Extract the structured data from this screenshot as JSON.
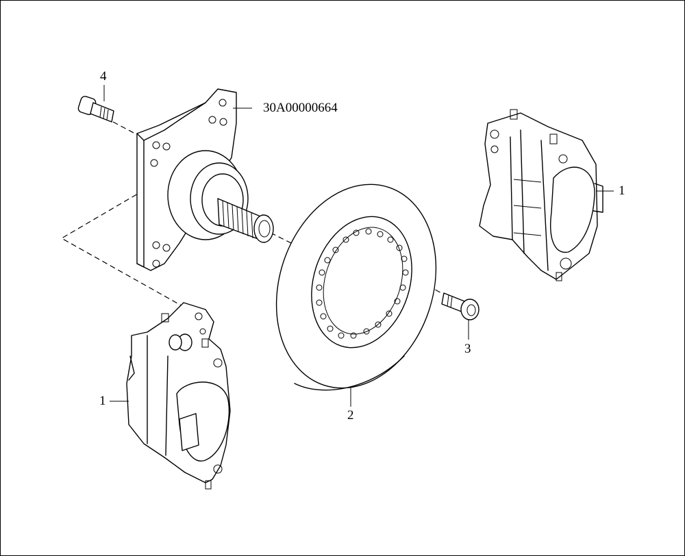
{
  "diagram": {
    "labels": {
      "hub_part_number": "30A00000664",
      "caliper_top_right": "1",
      "caliper_bottom_left": "1",
      "disc": "2",
      "disc_bolt": "3",
      "hub_bolt": "4"
    }
  }
}
